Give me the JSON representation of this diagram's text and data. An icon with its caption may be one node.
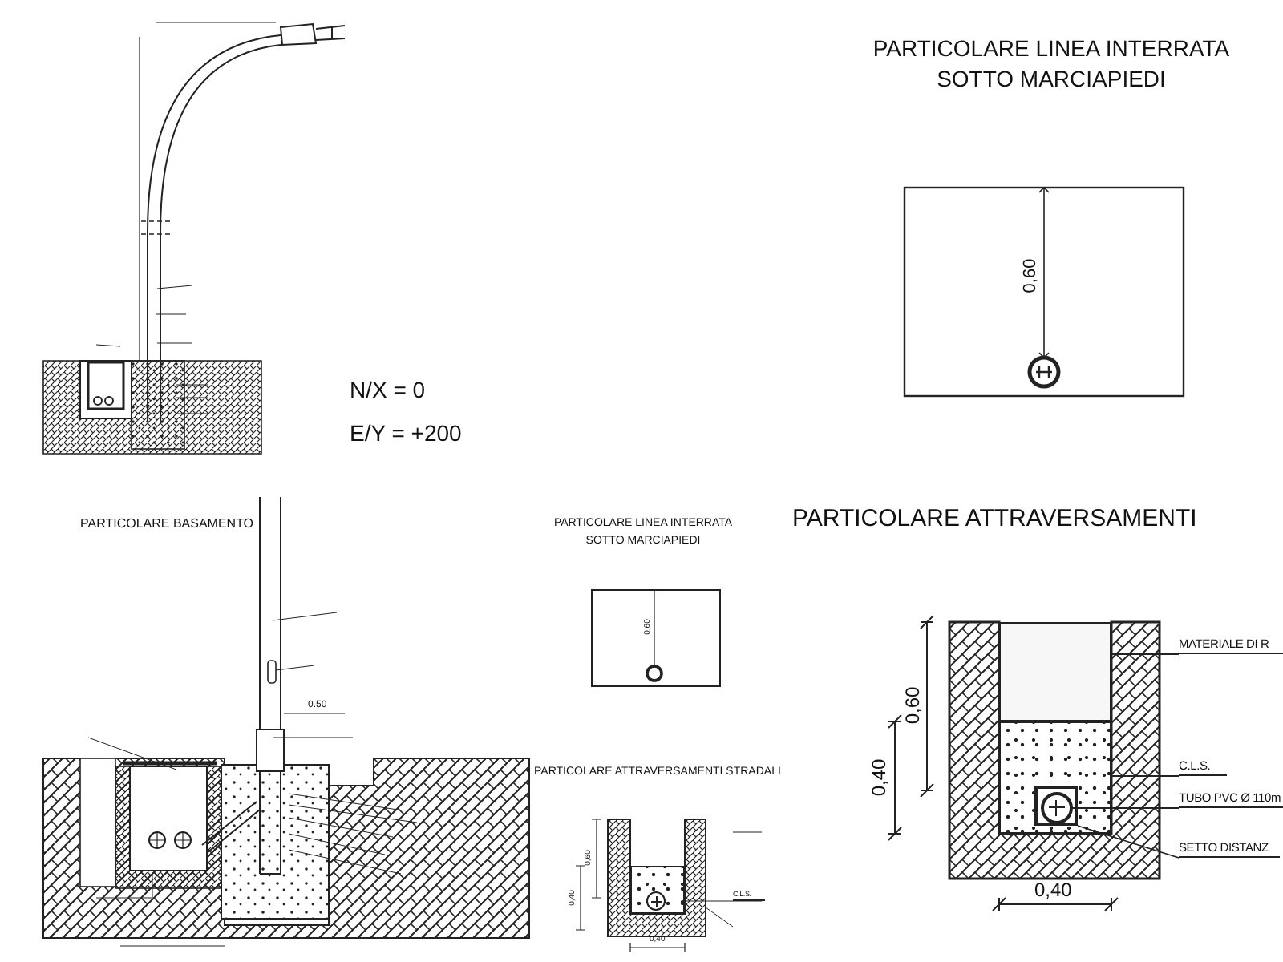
{
  "diagram": {
    "nodes": [
      {
        "text": [
          "MATERIALE DI R"
        ]
      },
      {
        "text": [],
        "shape": "box"
      },
      {
        "text": [
          "C.L.S."
        ]
      },
      {
        "text": [],
        "shape": "box"
      },
      {
        "text": [
          "TUBO PVC Ø 110m"
        ]
      },
      {
        "text": [
          "SETTO DISTANZ"
        ]
      },
      {
        "text": [],
        "shape": "box",
        "in": 3
      },
      {
        "text": [],
        "shape": "circle",
        "in": 6
      },
      {
        "text": [
          "C.L.S."
        ]
      },
      {
        "text": [],
        "shape": "box"
      }
    ],
    "edges": [
      {
        "from": 0,
        "to": 1,
        "arrow": "none"
      },
      {
        "from": 2,
        "to": 3,
        "arrow": "none"
      },
      {
        "from": 4,
        "to": 7,
        "arrow": "none"
      },
      {
        "from": 5,
        "to": 6,
        "arrow": "none"
      },
      {
        "from": 8,
        "to": 9,
        "arrow": "none"
      }
    ],
    "labels": [
      "N/X = 0",
      "E/Y = +200",
      "PARTICOLARE LINEA INTERRATA SOTTO MARCIAPIEDI",
      "0,60",
      "PARTICOLARE BASAMENTO",
      "0.50",
      "PARTICOLARE LINEA INTERRATA SOTTO MARCIAPIEDI",
      "0,60",
      "PARTICOLARE ATTRAVERSAMENTI",
      "0,60",
      "0,40",
      "0,40",
      "PARTICOLARE ATTRAVERSAMENTI STRADALI",
      "0,60",
      "0,40",
      "0,40"
    ]
  }
}
